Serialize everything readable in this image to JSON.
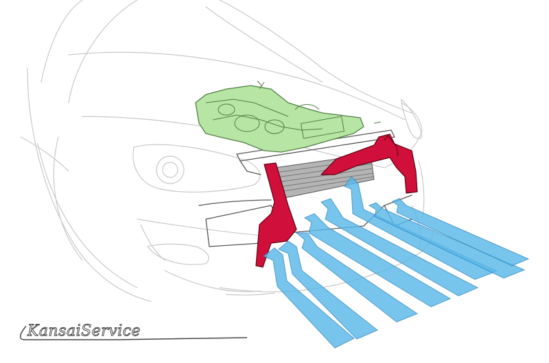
{
  "logo": {
    "text": "KansaiService"
  },
  "colors": {
    "body_outline": "#c8c8c8",
    "engine_fill": "#b7e5a3",
    "engine_stroke": "#4f7d45",
    "duct_fill": "#d0103a",
    "airflow_fill": "#5ab9ea",
    "radiator": "#9a9a9a"
  },
  "icons": [
    "car-outline",
    "engine",
    "air-guide-duct",
    "airflow-arrow",
    "radiator",
    "brand-logo"
  ]
}
